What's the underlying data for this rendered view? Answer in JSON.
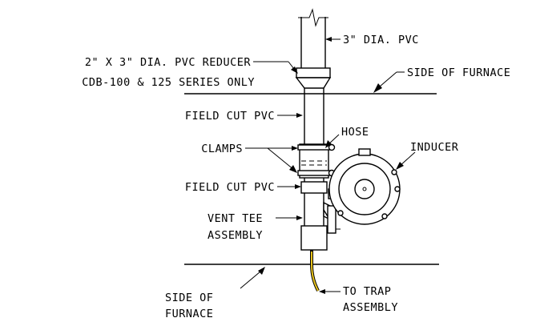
{
  "labels": {
    "pipe_3in": "3\" DIA. PVC",
    "reducer_line1": "2\" X 3\" DIA. PVC REDUCER",
    "reducer_line2": "CDB-100 & 125 SERIES ONLY",
    "side_top": "SIDE OF FURNACE",
    "field_cut_upper": "FIELD CUT PVC",
    "hose": "HOSE",
    "inducer": "INDUCER",
    "clamps": "CLAMPS",
    "field_cut_lower": "FIELD CUT PVC",
    "vent_tee_line1": "VENT TEE",
    "vent_tee_line2": "ASSEMBLY",
    "side_bottom_line1": "SIDE OF",
    "side_bottom_line2": "FURNACE",
    "trap_line1": "TO TRAP",
    "trap_line2": "ASSEMBLY"
  },
  "colors": {
    "line": "#000000",
    "drain_hose": "#e8c21a",
    "background": "#ffffff"
  }
}
